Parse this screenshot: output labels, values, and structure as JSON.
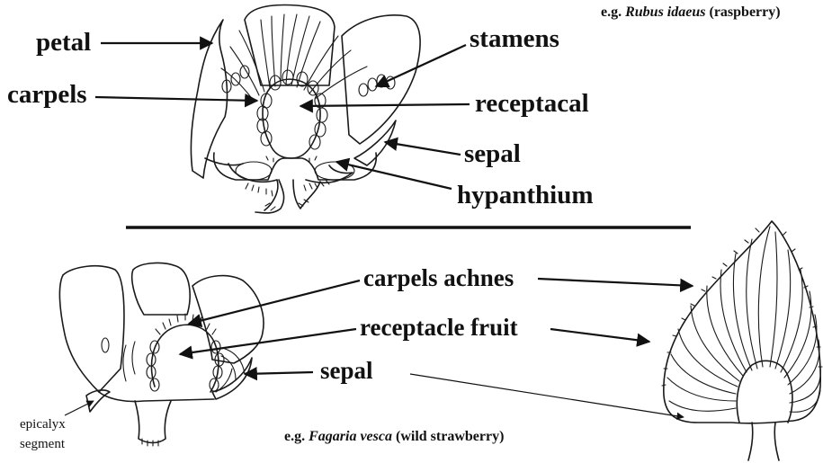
{
  "top_flower": {
    "caption_prefix": "e.g. ",
    "caption_species": "Rubus idaeus",
    "caption_common": " (raspberry)",
    "labels": {
      "petal": "petal",
      "carpels": "carpels",
      "stamens": "stamens",
      "receptacle": "receptacal",
      "sepal": "sepal",
      "hypanthium": "hypanthium"
    }
  },
  "bottom_flower": {
    "caption_prefix": "e.g. ",
    "caption_species": "Fagaria vesca",
    "caption_common": " (wild strawberry)",
    "labels": {
      "carpels_achnes": "carpels achnes",
      "receptacle_fruit": "receptacle fruit",
      "sepal": "sepal",
      "epicalyx_line1": "epicalyx",
      "epicalyx_line2": "segment"
    }
  }
}
